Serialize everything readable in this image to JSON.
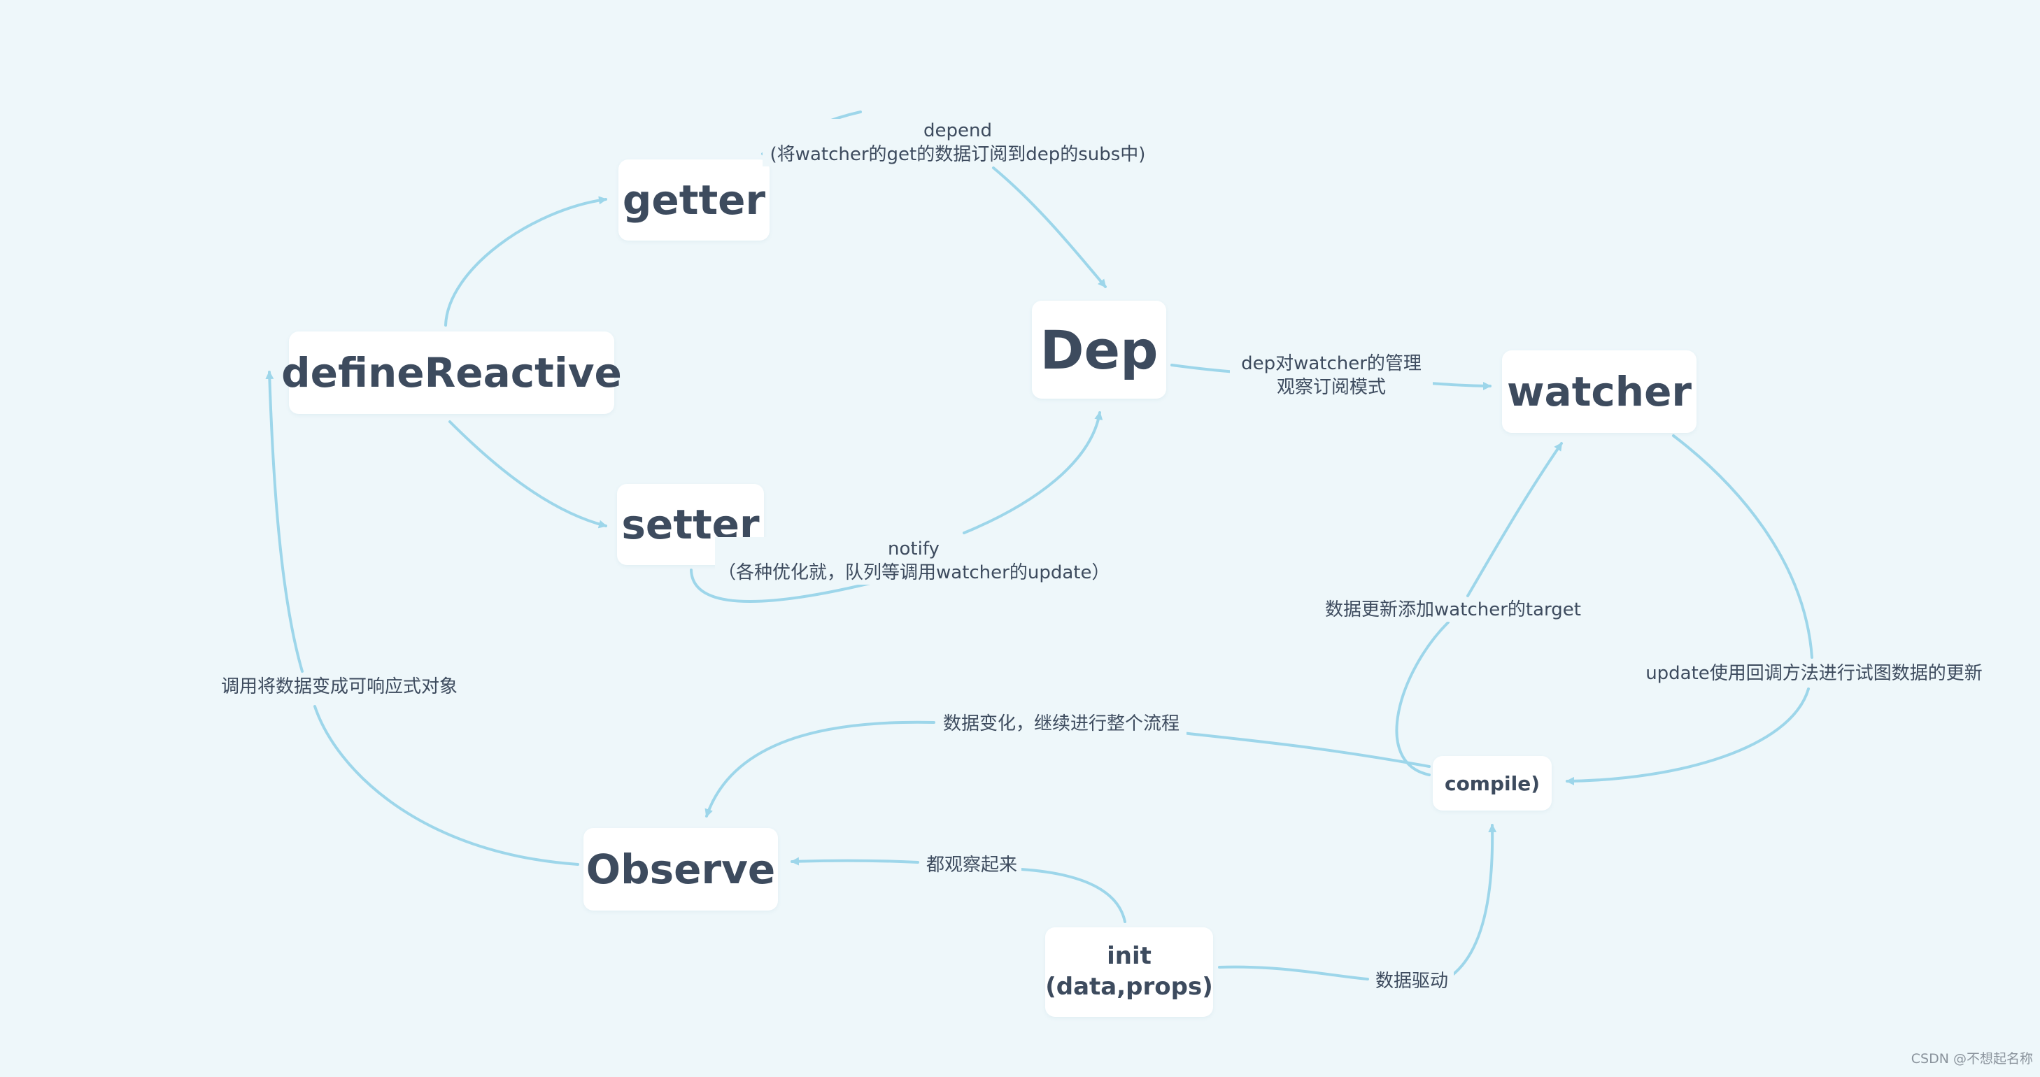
{
  "diagram": {
    "nodes": {
      "getter": "getter",
      "dep": "Dep",
      "define_reactive": "defineReactive",
      "watcher": "watcher",
      "setter": "setter",
      "compile": "compile)",
      "observe": "Observe",
      "init_line1": "init",
      "init_line2": "(data,props)"
    },
    "edges": {
      "depend_line1": "depend",
      "depend_line2": "(将watcher的get的数据订阅到dep的subs中)",
      "dep_watcher_line1": "dep对watcher的管理",
      "dep_watcher_line2": "观察订阅模式",
      "notify_line1": "notify",
      "notify_line2": "（各种优化就，队列等调用watcher的update）",
      "compile_watcher": "数据更新添加watcher的target",
      "watcher_compile": "update使用回调方法进行试图数据的更新",
      "observe_define": "调用将数据变成可响应式对象",
      "compile_observe": "数据变化，继续进行整个流程",
      "init_observe": "都观察起来",
      "init_compile": "数据驱动"
    },
    "colors": {
      "background": "#eef7fa",
      "node_fill": "#ffffff",
      "text": "#3d4b5e",
      "edge": "#9dd6ea"
    }
  },
  "watermark": "CSDN @不想起名称"
}
